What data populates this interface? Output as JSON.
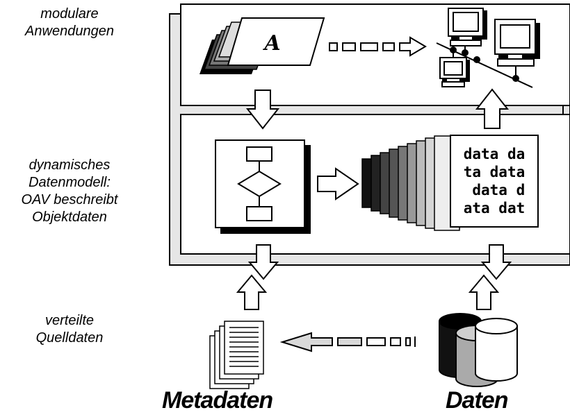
{
  "layers": {
    "top": {
      "lines": [
        "modulare",
        "Anwendungen"
      ]
    },
    "middle": {
      "lines": [
        "dynamisches",
        "Datenmodell:",
        "OAV beschreibt",
        "Objektdaten"
      ]
    },
    "bottom": {
      "lines": [
        "verteilte",
        "Quelldaten"
      ]
    }
  },
  "app_document_letter": "A",
  "data_text_lines": [
    "data da",
    "ta data",
    " data d",
    "ata dat"
  ],
  "bottom_labels": {
    "metadata": "Metadaten",
    "data": "Daten"
  },
  "colors": {
    "frame_fill": "#e6e6e6",
    "stroke": "#000000",
    "background": "#ffffff"
  }
}
